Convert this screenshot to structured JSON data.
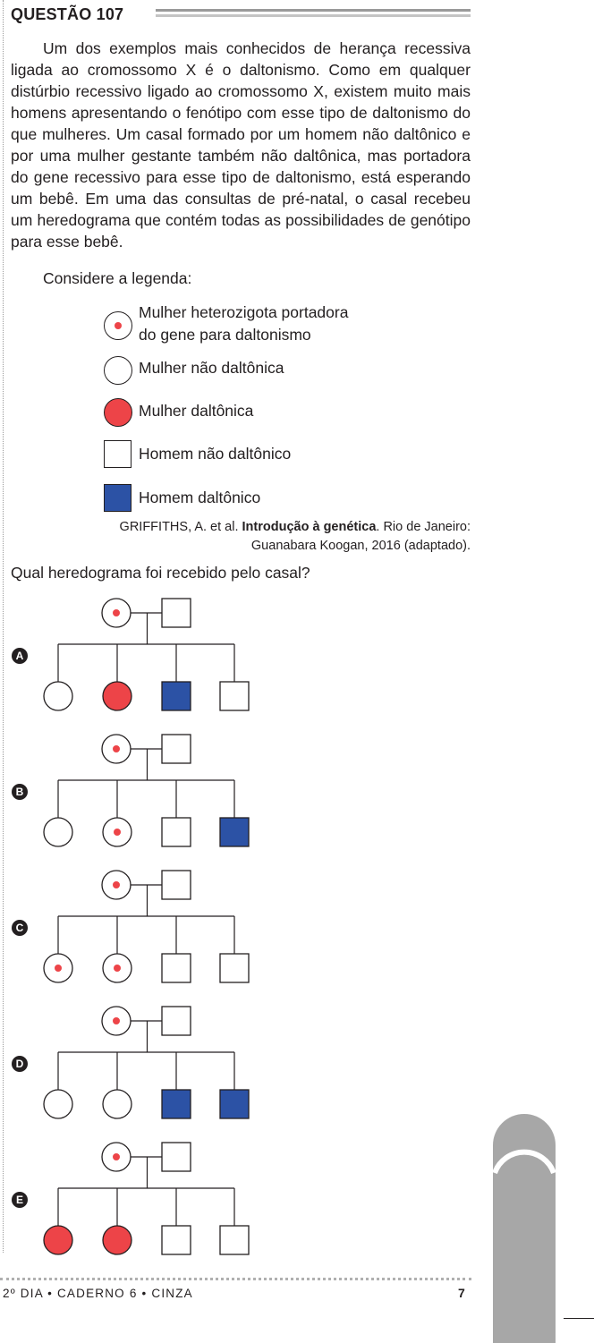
{
  "header": {
    "title": "QUESTÃO 107"
  },
  "body_text": "Um dos exemplos mais conhecidos de herança recessiva ligada ao cromossomo X é o daltonismo. Como em qualquer distúrbio recessivo ligado ao cromossomo X, existem muito mais homens apresentando o fenótipo com esse tipo de daltonismo do que mulheres. Um casal formado por um homem não daltônico e por uma mulher gestante também não daltônica, mas portadora do gene recessivo para esse tipo de daltonismo, está esperando um bebê. Em uma das consultas de pré-natal, o casal recebeu um heredograma que contém todas as possibilidades de genótipo para esse bebê.",
  "consider": "Considere a legenda:",
  "legend": [
    {
      "symbol": "carrier-female",
      "text_line1": "Mulher heterozigota portadora",
      "text_line2": "do gene para daltonismo"
    },
    {
      "symbol": "normal-female",
      "text_line1": "Mulher não daltônica"
    },
    {
      "symbol": "affected-female",
      "text_line1": "Mulher daltônica"
    },
    {
      "symbol": "normal-male",
      "text_line1": "Homem não daltônico"
    },
    {
      "symbol": "affected-male",
      "text_line1": "Homem daltônico"
    }
  ],
  "reference": {
    "prefix": "GRIFFITHS, A. et al. ",
    "book": "Introdução à genética",
    "suffix": ". Rio de Janeiro:",
    "line2": "Guanabara Koogan, 2016 (adaptado)."
  },
  "question": "Qual heredograma foi recebido pelo casal?",
  "options": [
    {
      "letter": "A",
      "parents": [
        "carrier-female",
        "normal-male"
      ],
      "children": [
        "normal-female",
        "affected-female",
        "affected-male",
        "normal-male"
      ]
    },
    {
      "letter": "B",
      "parents": [
        "carrier-female",
        "normal-male"
      ],
      "children": [
        "normal-female",
        "carrier-female",
        "normal-male",
        "affected-male"
      ]
    },
    {
      "letter": "C",
      "parents": [
        "carrier-female",
        "normal-male"
      ],
      "children": [
        "carrier-female",
        "carrier-female",
        "normal-male",
        "normal-male"
      ]
    },
    {
      "letter": "D",
      "parents": [
        "carrier-female",
        "normal-male"
      ],
      "children": [
        "normal-female",
        "normal-female",
        "affected-male",
        "affected-male"
      ]
    },
    {
      "letter": "E",
      "parents": [
        "carrier-female",
        "normal-male"
      ],
      "children": [
        "affected-female",
        "affected-female",
        "normal-male",
        "normal-male"
      ]
    }
  ],
  "footer": {
    "left": "2º DIA • CADERNO 6 • CINZA",
    "page": "7"
  },
  "colors": {
    "affected_female": "#ed4448",
    "affected_male": "#2c52a5",
    "carrier_dot": "#ed4448",
    "text": "#231f20",
    "side_tab": "#a7a7a7"
  }
}
